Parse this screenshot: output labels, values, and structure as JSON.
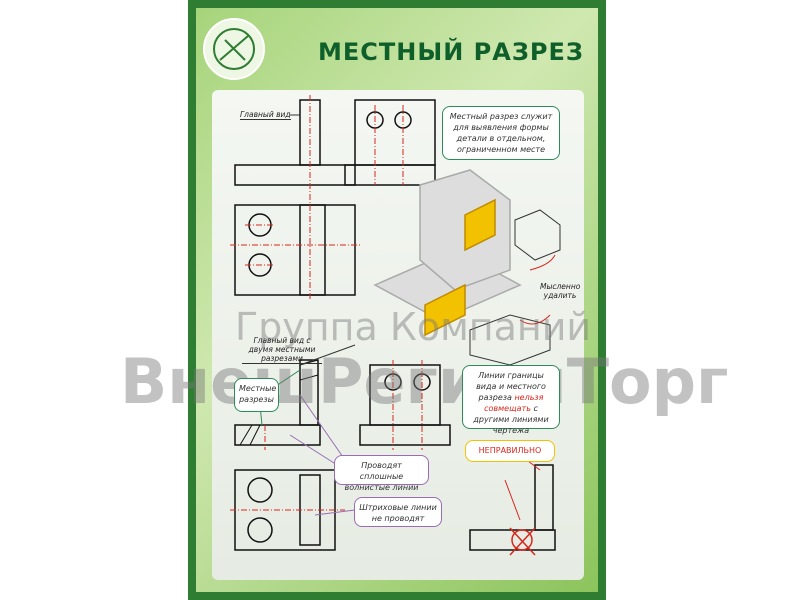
{
  "title": "МЕСТНЫЙ РАЗРЕЗ",
  "labels": {
    "main_view": "Главный вид",
    "main_view_two": "Главный вид с двумя местными разрезами",
    "local_sections": "Местные разрезы",
    "remove_mentally": "Мысленно удалить",
    "wrong": "НЕПРАВИЛЬНО"
  },
  "notes": {
    "definition": "Местный разрез служит для выявления формы детали в отдельном, ограниченном месте",
    "boundary_1": "Линии границы вида и местного разреза",
    "boundary_red": "нельзя совмещать",
    "boundary_2": "с другими линиями чертежа",
    "wavy": "Проводят сплошные волнистые линии",
    "dashed": "Штриховые линии не проводят"
  },
  "watermark": {
    "line1": "Группа Компаний",
    "line2": "ВнешРегионТорг"
  },
  "colors": {
    "frame": "#2e7d32",
    "title": "#0f5f2a",
    "accent_red": "#d9261c",
    "yellow": "#f2c200"
  }
}
